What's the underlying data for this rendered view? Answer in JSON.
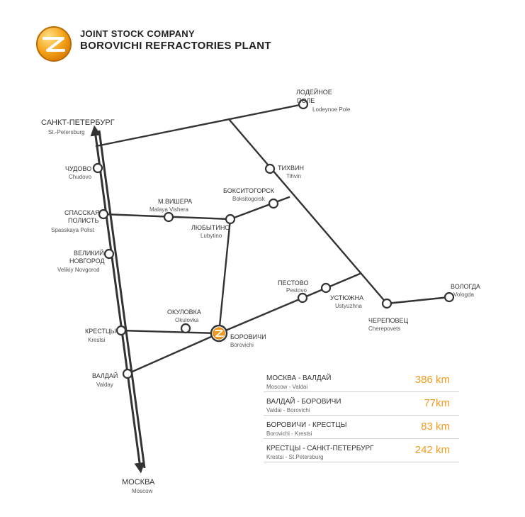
{
  "brand": {
    "line1": "JOINT STOCK COMPANY",
    "line2": "BOROVICHI REFRACTORIES PLANT",
    "logo_icon": "borovichi-logo-icon",
    "accent_color": "#f39b1f",
    "line_color": "#333333"
  },
  "cities": {
    "saint_petersburg": {
      "ru": "САНКТ-ПЕТЕРБУРГ",
      "en": "St.-Petersburg"
    },
    "moscow": {
      "ru": "МОСКВА",
      "en": "Moscow"
    },
    "lodeynoe_pole": {
      "ru_1": "ЛОДЕЙНОЕ",
      "ru_2": "ПОЛЕ",
      "en": "Lodeynoe Pole"
    },
    "chudovo": {
      "ru": "ЧУДОВО",
      "en": "Chudovo"
    },
    "tikhvin": {
      "ru": "ТИХВИН",
      "en": "Tihvin"
    },
    "boksitogorsk": {
      "ru": "БОКСИТОГОРСК",
      "en": "Boksitogorsk"
    },
    "malaya_vishera": {
      "ru": "М.ВИШЕРА",
      "en": "Malaya Vishera"
    },
    "spasskaya_polist": {
      "ru_1": "СПАССКАЯ",
      "ru_2": "ПОЛИСТЬ",
      "en": "Spasskaya Polist"
    },
    "lyubytino": {
      "ru": "ЛЮБЫТИНО",
      "en": "Lubytino"
    },
    "veliky_novgorod": {
      "ru_1": "ВЕЛИКИЙ",
      "ru_2": "НОВГОРОД",
      "en": "Velikiy Novgorod"
    },
    "pestovo": {
      "ru": "ПЕСТОВО",
      "en": "Pestovo"
    },
    "ustyuzhna": {
      "ru": "УСТЮЖНА",
      "en": "Ustyuzhna"
    },
    "vologda": {
      "ru": "ВОЛОГДА",
      "en": "Vologda"
    },
    "cherepovets": {
      "ru": "ЧЕРЕПОВЕЦ",
      "en": "Cherepovets"
    },
    "okulovka": {
      "ru": "ОКУЛОВКА",
      "en": "Okulovka"
    },
    "krestsy": {
      "ru": "КРЕСТЦЫ",
      "en": "Krestsi"
    },
    "borovichi": {
      "ru": "БОРОВИЧИ",
      "en": "Borovichi"
    },
    "valday": {
      "ru": "ВАЛДАЙ",
      "en": "Valday"
    }
  },
  "distances": [
    {
      "route_ru": "МОСКВА - ВАЛДАЙ",
      "route_en": "Moscow - Valdai",
      "km": "386 km"
    },
    {
      "route_ru": "ВАЛДАЙ - БОРОВИЧИ",
      "route_en": "Valdai - Borovichi",
      "km": "77km"
    },
    {
      "route_ru": "БОРОВИЧИ - КРЕСТЦЫ",
      "route_en": "Borovichi - Krestsi",
      "km": "83 km"
    },
    {
      "route_ru": "КРЕСТЦЫ - САНКТ-ПЕТЕРБУРГ",
      "route_en": "Krestsi - St.Petersburg",
      "km": "242 km"
    }
  ]
}
